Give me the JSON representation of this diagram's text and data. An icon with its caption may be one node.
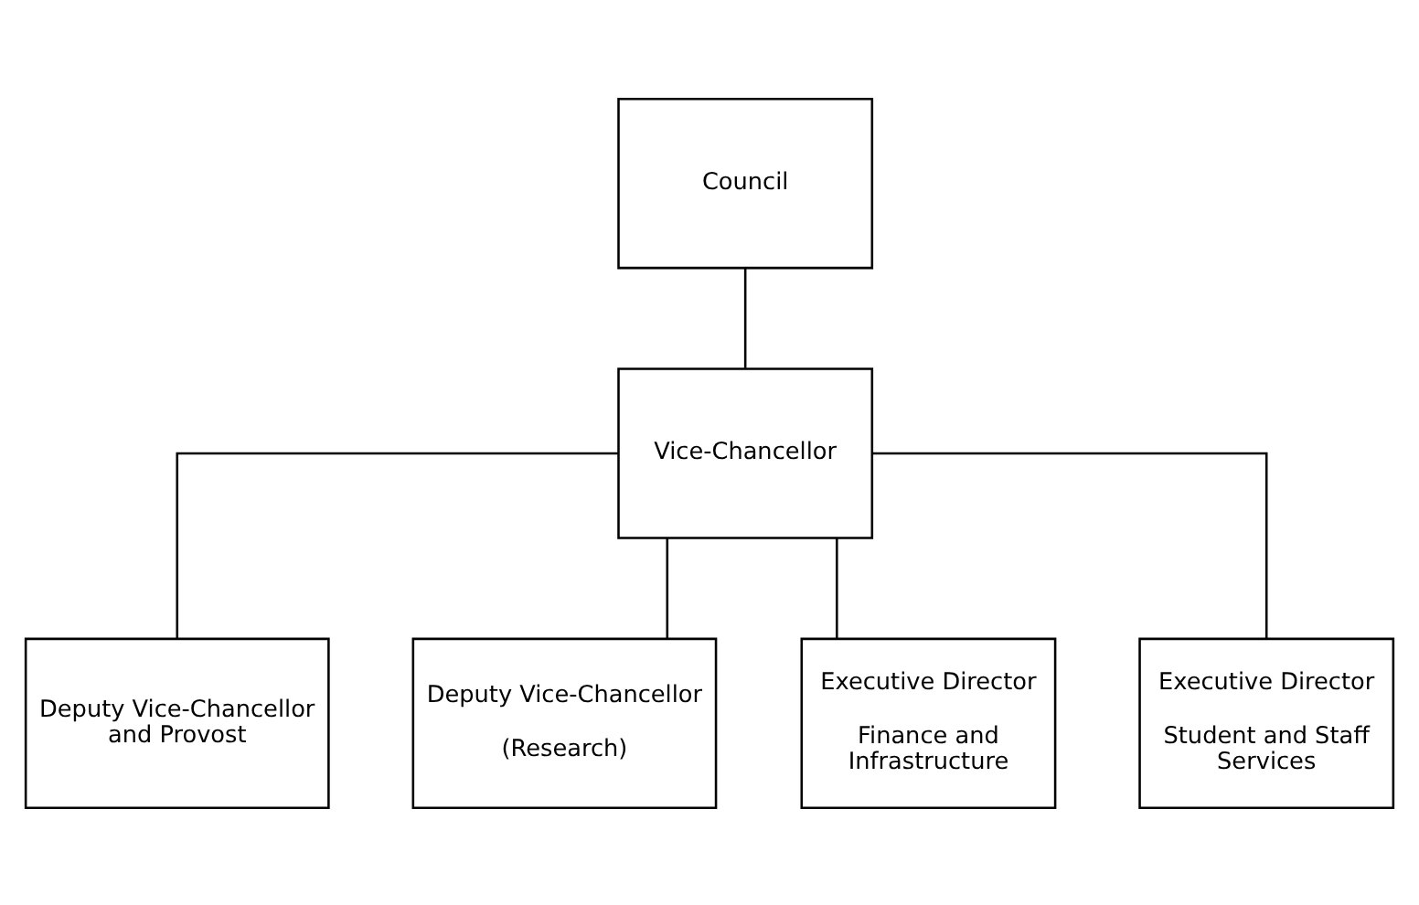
{
  "diagram": {
    "nodes": [
      {
        "text": [
          "Council"
        ]
      },
      {
        "text": [
          "Vice-Chancellor"
        ]
      },
      {
        "text": [
          "Deputy Vice-Chancellor and Provost"
        ]
      },
      {
        "text": [
          "Deputy Vice-Chancellor",
          "(Research)"
        ]
      },
      {
        "text": [
          "Executive Director",
          "Finance and Infrastructure"
        ]
      },
      {
        "text": [
          "Executive Director",
          "Student and Staff Services"
        ]
      }
    ],
    "edges": [
      {
        "from": 0,
        "to": 1,
        "arrow": "none"
      },
      {
        "from": 1,
        "to": 2,
        "arrow": "none"
      },
      {
        "from": 1,
        "to": 3,
        "arrow": "none"
      },
      {
        "from": 1,
        "to": 4,
        "arrow": "none"
      },
      {
        "from": 1,
        "to": 5,
        "arrow": "none"
      }
    ]
  }
}
